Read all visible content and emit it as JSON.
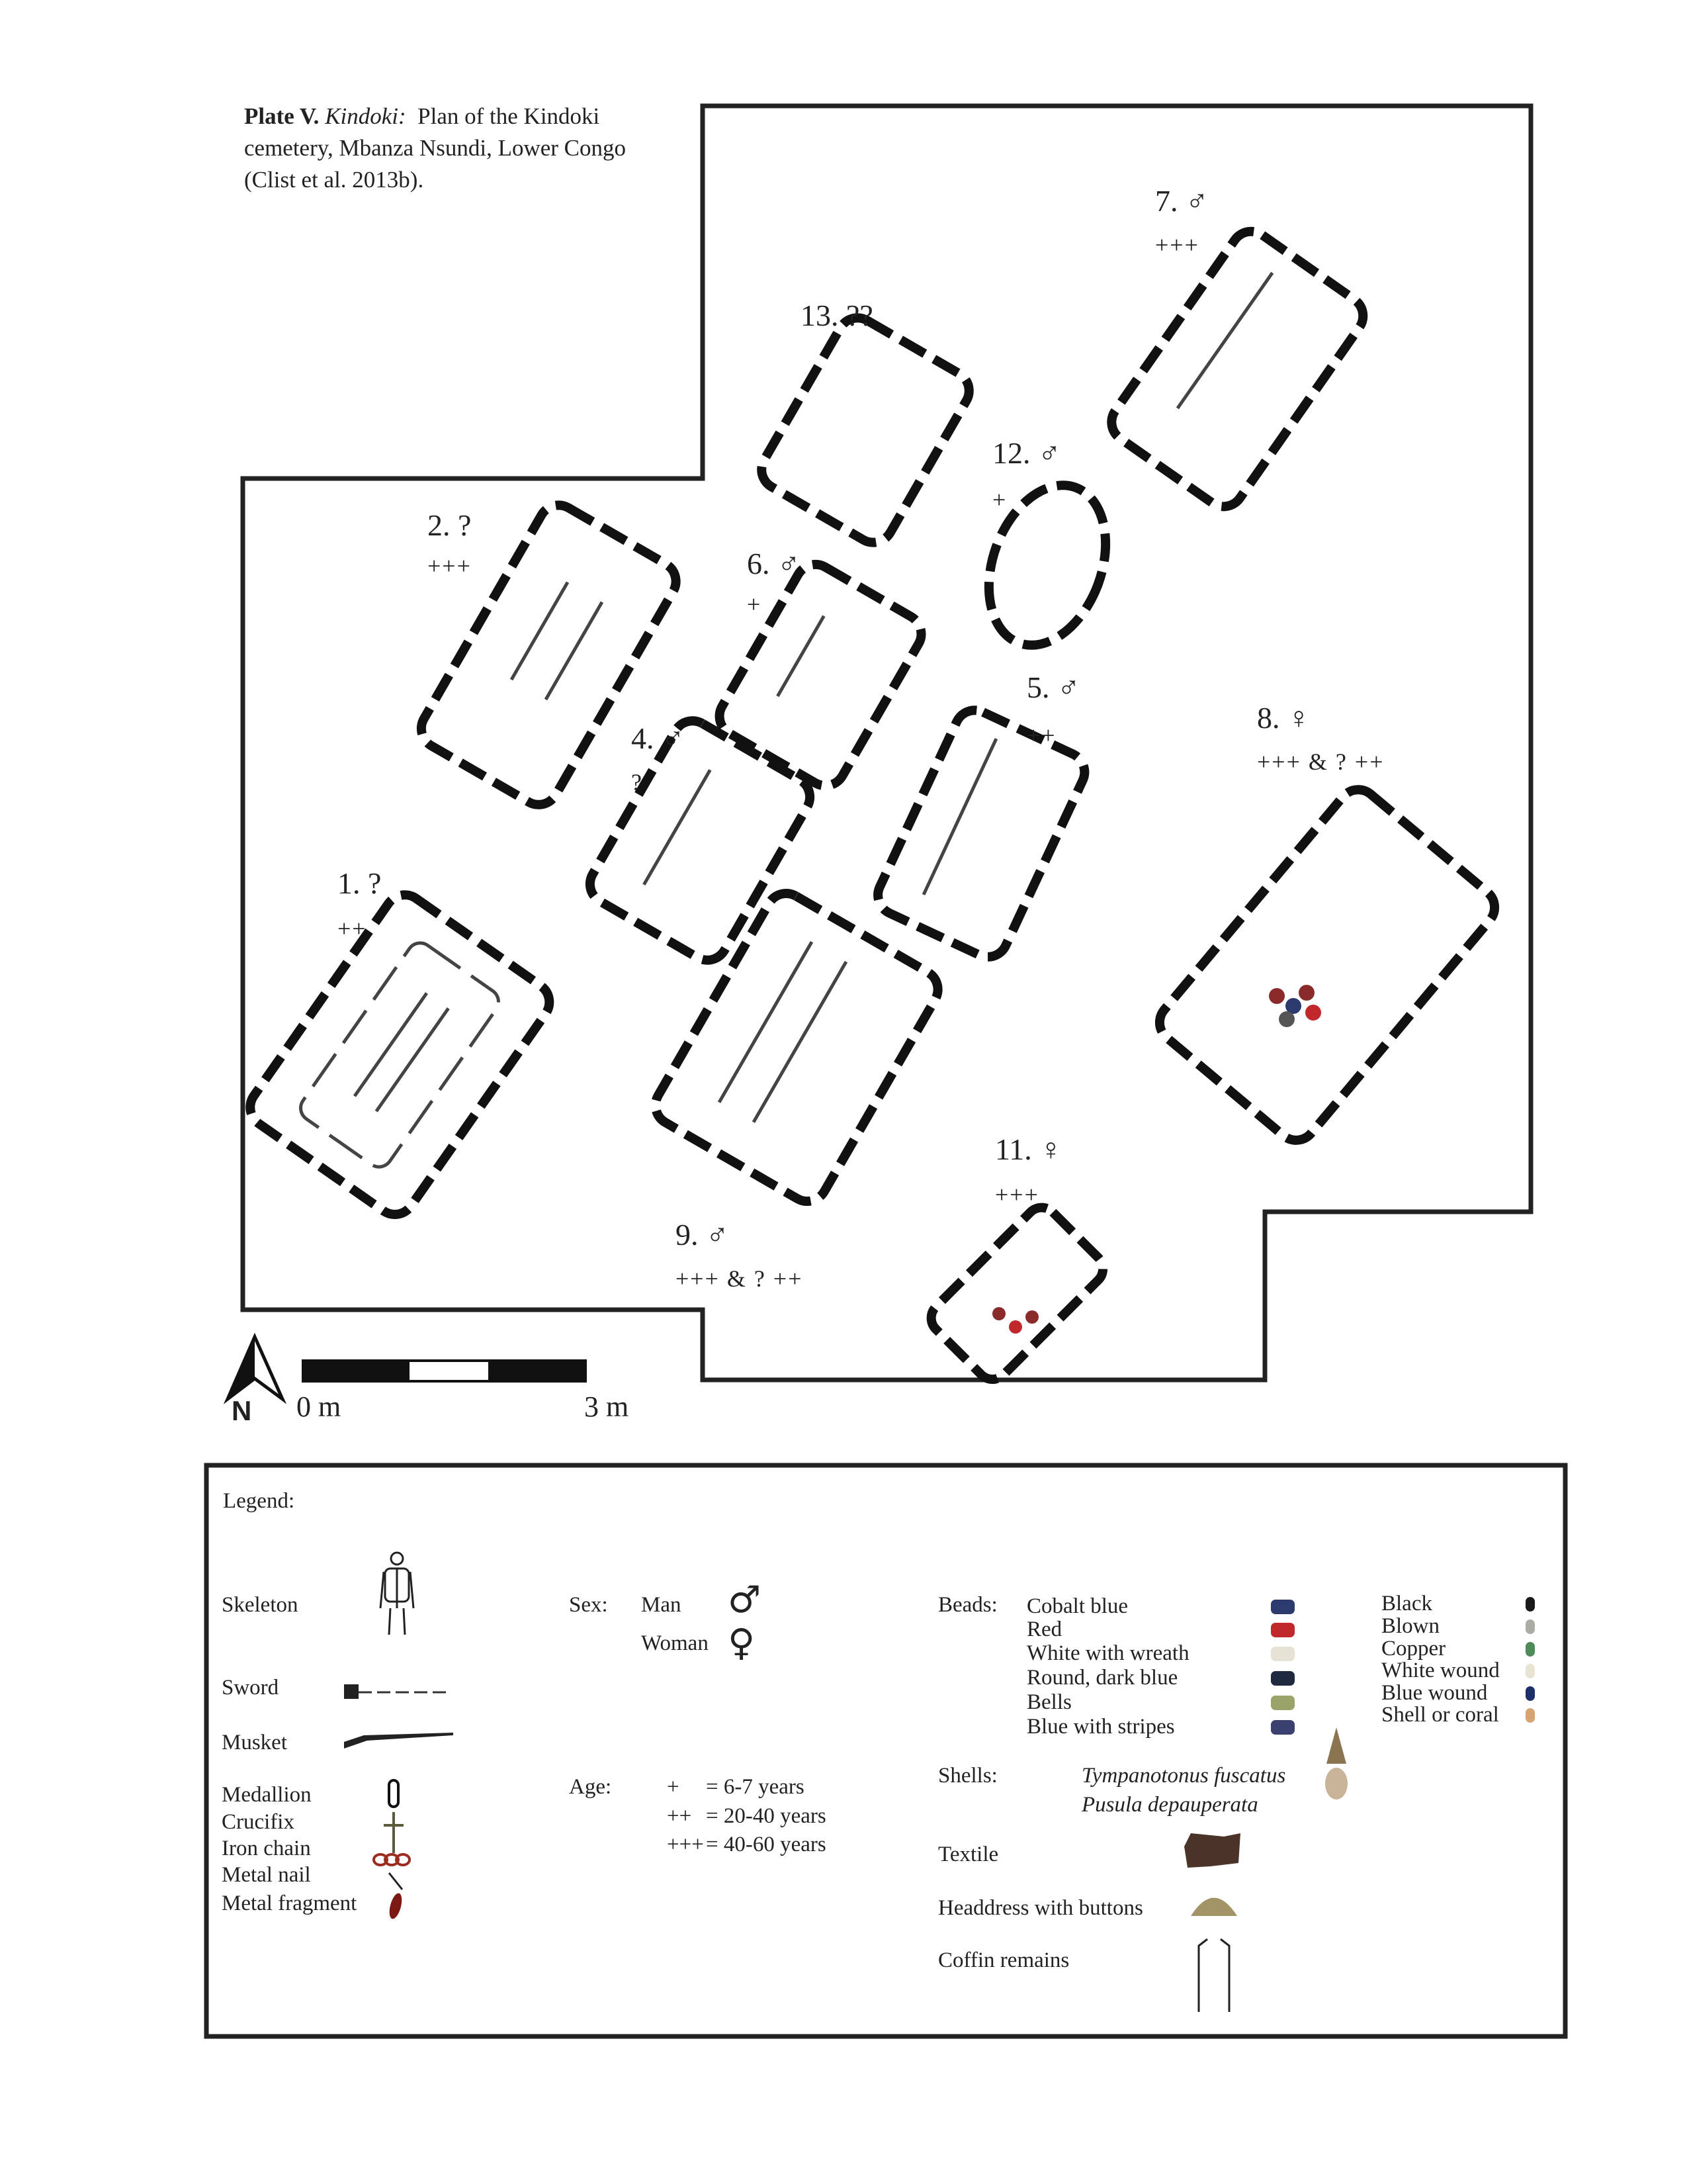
{
  "caption": {
    "plate": "Plate V.",
    "site": "Kindoki:",
    "text": "Plan of the Kindoki",
    "line2": "cemetery, Mbanza Nsundi, Lower Congo",
    "line3": "(Clist et al. 2013b)."
  },
  "graves": [
    {
      "label": "13. ??",
      "age": ""
    },
    {
      "label": "7. ♂",
      "age": "+++"
    },
    {
      "label": "12. ♂",
      "age": "+"
    },
    {
      "label": "2. ?",
      "age": "+++"
    },
    {
      "label": "6. ♂",
      "age": "+"
    },
    {
      "label": "5. ♂",
      "age": "++"
    },
    {
      "label": "4. ♂",
      "age": "?"
    },
    {
      "label": "8. ♀",
      "age": "+++ & ? ++"
    },
    {
      "label": "1. ?",
      "age": "++"
    },
    {
      "label": "9. ♂",
      "age": "+++ & ? ++"
    },
    {
      "label": "11. ♀",
      "age": "+++"
    }
  ],
  "north": "N",
  "scale": {
    "start": "0 m",
    "end": "3 m"
  },
  "legend": {
    "title": "Legend:",
    "objects": [
      "Skeleton",
      "Sword",
      "Musket",
      "Medallion",
      "Crucifix",
      "Iron chain",
      "Metal nail",
      "Metal fragment"
    ],
    "sex": {
      "heading": "Sex:",
      "man": "Man",
      "man_symbol": "♂",
      "woman": "Woman",
      "woman_symbol": "♀"
    },
    "age": {
      "heading": "Age:",
      "rows": [
        {
          "symbol": "+",
          "value": "= 6-7 years"
        },
        {
          "symbol": "++",
          "value": "= 20-40 years"
        },
        {
          "symbol": "+++",
          "value": "= 40-60 years"
        }
      ]
    },
    "beads": {
      "heading": "Beads:",
      "items": [
        {
          "label": "Cobalt blue",
          "color": "#2c3a6e"
        },
        {
          "label": "Red",
          "color": "#c0282c"
        },
        {
          "label": "White with wreath",
          "color": "#e6e2d6"
        },
        {
          "label": "Round, dark blue",
          "color": "#1f2a40"
        },
        {
          "label": "Bells",
          "color": "#9aa36a"
        },
        {
          "label": "Blue with stripes",
          "color": "#3a4170"
        },
        {
          "label": "Black",
          "color": "#1a1a1a"
        },
        {
          "label": "Blown",
          "color": "#a9ada4"
        },
        {
          "label": "Copper",
          "color": "#4e8a5a"
        },
        {
          "label": "White wound",
          "color": "#e8e3d2"
        },
        {
          "label": "Blue wound",
          "color": "#1f2f6a"
        },
        {
          "label": "Shell or coral",
          "color": "#d5a472"
        }
      ]
    },
    "shells": {
      "heading": "Shells:",
      "items": [
        "Tympanotonus fuscatus",
        "Pusula depauperata"
      ]
    },
    "textile": "Textile",
    "headdress": "Headdress with buttons",
    "coffin": "Coffin remains"
  }
}
